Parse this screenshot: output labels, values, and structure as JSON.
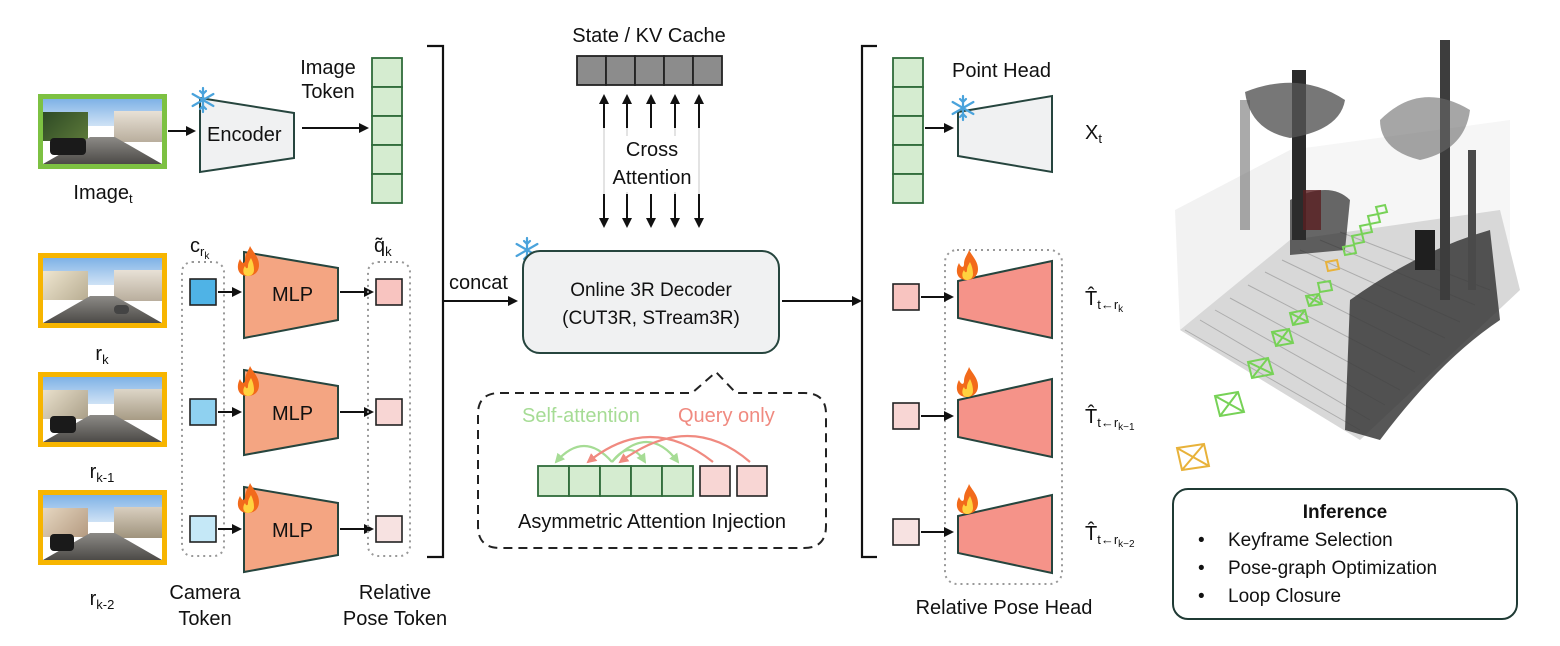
{
  "image": {
    "label_main": "Image",
    "label_sub": "t",
    "encoder": "Encoder",
    "token_title_line1": "Image",
    "token_title_line2": "Token"
  },
  "cache": {
    "title": "State / KV Cache"
  },
  "cross_attention": {
    "line1": "Cross",
    "line2": "Attention"
  },
  "concat": "concat",
  "decoder": {
    "line1": "Online 3R Decoder",
    "line2": "(CUT3R, STream3R)"
  },
  "keyframes": [
    {
      "label_main": "r",
      "label_sub": "k"
    },
    {
      "label_main": "r",
      "label_sub": "k-1"
    },
    {
      "label_main": "r",
      "label_sub": "k-2"
    }
  ],
  "mlp": "MLP",
  "camera_token": {
    "label_main": "c",
    "label_sub": "r",
    "label_subsub": "k",
    "line1": "Camera",
    "line2": "Token"
  },
  "relative_pose_token": {
    "label_main": "q̃",
    "label_sub": "k",
    "line1": "Relative",
    "line2": "Pose Token"
  },
  "injection": {
    "self_attention": "Self-attention",
    "query_only": "Query only",
    "caption": "Asymmetric Attention Injection"
  },
  "point_head": {
    "title": "Point Head",
    "output_main": "X",
    "output_sub": "t"
  },
  "pose_outputs": [
    {
      "main": "T̂",
      "sub": "t←r",
      "subsub": "k"
    },
    {
      "main": "T̂",
      "sub": "t←r",
      "subsub": "k−1"
    },
    {
      "main": "T̂",
      "sub": "t←r",
      "subsub": "k−2"
    }
  ],
  "relative_pose_head": "Relative Pose Head",
  "inference": {
    "title": "Inference",
    "bullet": "•",
    "items": [
      "Keyframe Selection",
      "Pose-graph Optimization",
      "Loop Closure"
    ]
  },
  "colors": {
    "token_green": "#d5ecd0",
    "token_green_border": "#2f6b3a",
    "mlp_orange": "#f4a582",
    "pose_head_red": "#f59389",
    "camera_blue": [
      "#4fb3e6",
      "#8fd1f0",
      "#c5e8f7"
    ],
    "pose_pink": [
      "#f8c4c0",
      "#f8d6d4",
      "#f7e2e1"
    ],
    "cache_gray": "#8c8c8c",
    "self_attn_green": "#a6dc95",
    "query_red": "#f08a80",
    "image_border": "#7dc142",
    "keyframe_border": "#f7b500"
  },
  "icons": [
    "snowflake-icon",
    "flame-icon"
  ]
}
